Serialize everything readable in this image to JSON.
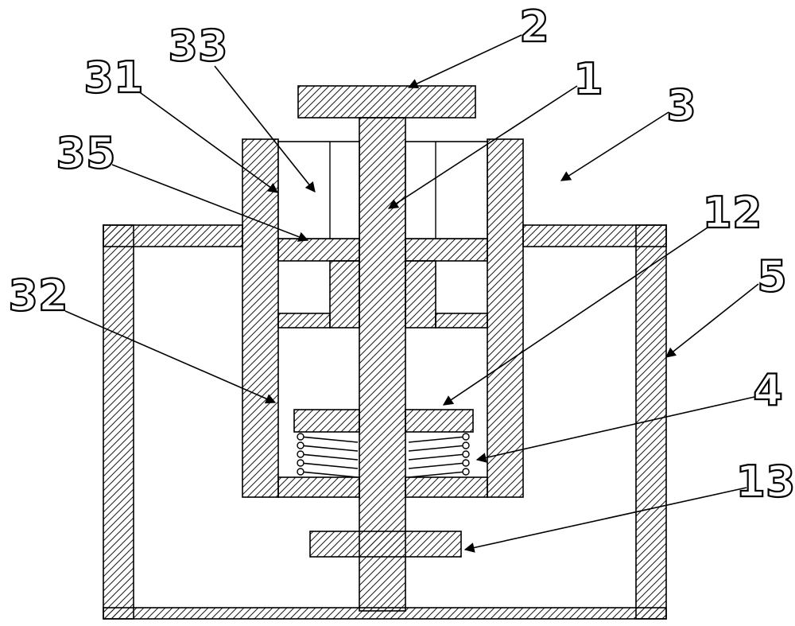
{
  "figure": {
    "kind": "patent-cross-section-diagram",
    "background": "#ffffff",
    "line_color": "#000000",
    "hatch_color": "#1a1a1a"
  },
  "labels": [
    {
      "text": "2",
      "part": "top-plate"
    },
    {
      "text": "1",
      "part": "central-shaft"
    },
    {
      "text": "3",
      "part": "inner-housing"
    },
    {
      "text": "12",
      "part": "spring-seat"
    },
    {
      "text": "5",
      "part": "outer-container-wall"
    },
    {
      "text": "4",
      "part": "spring"
    },
    {
      "text": "13",
      "part": "lower-flange"
    },
    {
      "text": "33",
      "part": "upper-chamber-block"
    },
    {
      "text": "31",
      "part": "housing-left-wall"
    },
    {
      "text": "35",
      "part": "chamber-bottom-band"
    },
    {
      "text": "32",
      "part": "lower-chamber"
    }
  ]
}
